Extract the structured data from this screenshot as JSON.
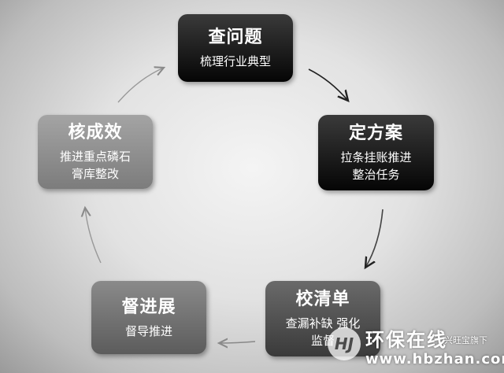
{
  "nodes": [
    {
      "title": "查问题",
      "desc": [
        "梳理行业典型"
      ]
    },
    {
      "title": "定方案",
      "desc": [
        "拉条挂账推进",
        "整治任务"
      ]
    },
    {
      "title": "校清单",
      "desc": [
        "查漏补缺 强化",
        "监督"
      ]
    },
    {
      "title": "督进展",
      "desc": [
        "督导推进"
      ]
    },
    {
      "title": "核成效",
      "desc": [
        "推进重点磷石",
        "膏库整改"
      ]
    }
  ],
  "watermark": {
    "logo_text": "HJ",
    "name": "环保在线",
    "tagline": "兴旺宝旗下",
    "url": "www.hbzhan.com"
  }
}
